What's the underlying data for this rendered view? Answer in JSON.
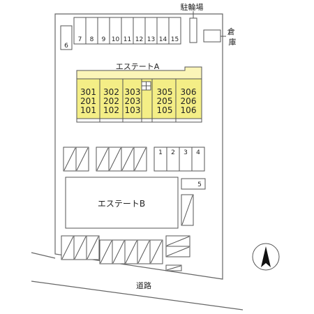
{
  "labels": {
    "bicycle_parking": "駐輪場",
    "storage": "倉庫",
    "building_a": "エステートA",
    "building_b": "エステートB",
    "road": "道路"
  },
  "parking_top": [
    "6",
    "7",
    "8",
    "9",
    "10",
    "11",
    "12",
    "13",
    "14",
    "15"
  ],
  "parking_right": [
    "1",
    "2",
    "3",
    "4"
  ],
  "parking_single": "5",
  "units_a": [
    [
      "301",
      "201",
      "101"
    ],
    [
      "302",
      "202",
      "102"
    ],
    [
      "303",
      "203",
      "103"
    ],
    [
      "305",
      "205",
      "105"
    ],
    [
      "306",
      "206",
      "106"
    ]
  ],
  "colors": {
    "building_a_fill": "#f4ee86",
    "building_a_top": "#fbf5b8",
    "stroke": "#555555",
    "north_arrow": "#111111"
  }
}
